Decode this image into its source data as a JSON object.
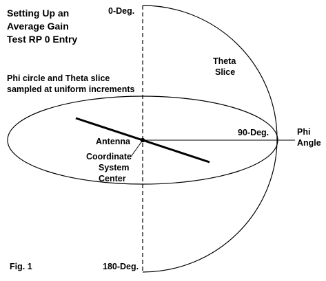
{
  "title_lines": [
    "Setting Up an",
    "Average Gain",
    "Test RP 0 Entry"
  ],
  "subtitle_lines": [
    "Phi circle and Theta slice",
    "sampled at uniform increments"
  ],
  "labels": {
    "zero_deg": "0-Deg.",
    "ninety_deg": "90-Deg.",
    "one_eighty_deg": "180-Deg.",
    "theta_slice": [
      "Theta",
      "Slice"
    ],
    "phi_angle": [
      "Phi",
      "Angle"
    ],
    "antenna": "Antenna",
    "coordinate_center": [
      "Coordinate",
      "System",
      "Center"
    ],
    "figure": "Fig. 1"
  },
  "colors": {
    "ink": "#000000",
    "background": "#ffffff"
  }
}
